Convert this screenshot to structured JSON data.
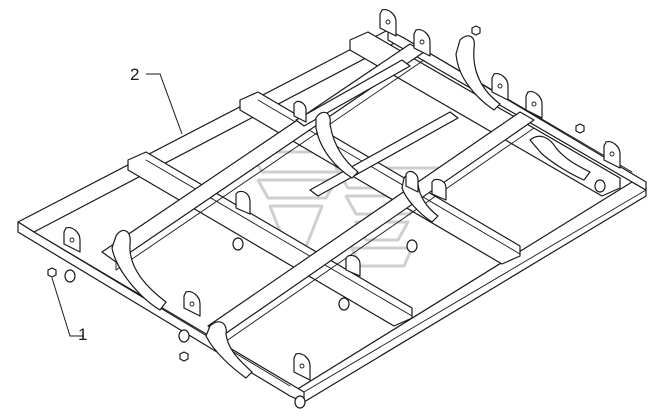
{
  "callouts": [
    {
      "id": "1",
      "label": "1"
    },
    {
      "id": "2",
      "label": "2"
    }
  ],
  "colors": {
    "ink": "#1a1a1a",
    "watermark": "#cfcfcf",
    "background": "#ffffff"
  }
}
